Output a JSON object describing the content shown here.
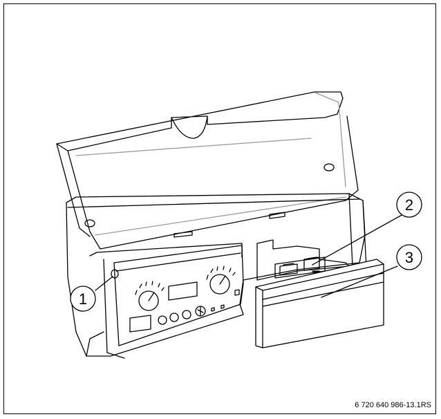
{
  "figure": {
    "callouts": [
      {
        "label": "1"
      },
      {
        "label": "2"
      },
      {
        "label": "3"
      }
    ],
    "figure_code": "6 720 640 986-13.1RS"
  },
  "colors": {
    "line": "#000000",
    "glass_line": "#9a9a9a",
    "background": "#ffffff"
  }
}
